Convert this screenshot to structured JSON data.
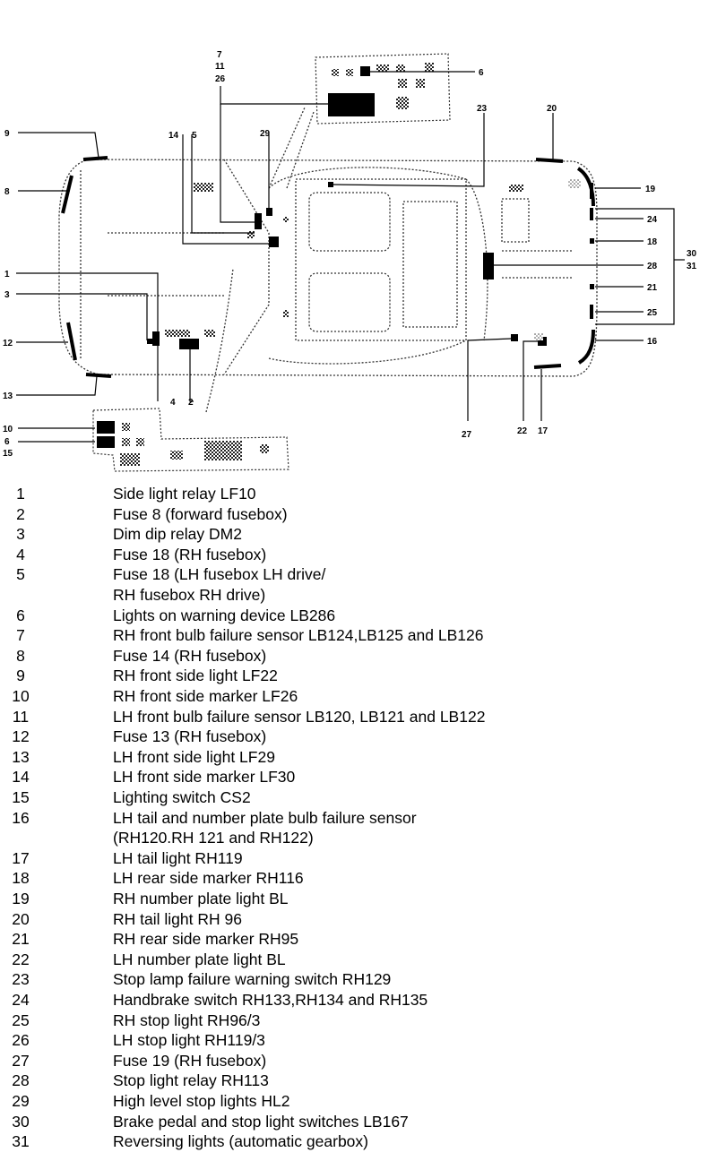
{
  "callouts": {
    "c1": "1",
    "c2": "2",
    "c3": "3",
    "c4": "4",
    "c5": "5",
    "c6_top": "6",
    "c6_left": "6",
    "c7_11_26": [
      "7",
      "11",
      "26"
    ],
    "c8": "8",
    "c9": "9",
    "c10": "10",
    "c12": "12",
    "c13": "13",
    "c14": "14",
    "c15": "15",
    "c16": "16",
    "c17": "17",
    "c18": "18",
    "c19": "19",
    "c20": "20",
    "c21": "21",
    "c22": "22",
    "c23": "23",
    "c24": "24",
    "c25": "25",
    "c27": "27",
    "c28": "28",
    "c29": "29",
    "c30": "30",
    "c31": "31"
  },
  "legend": [
    {
      "num": "1",
      "lines": [
        "Side light relay LF10"
      ]
    },
    {
      "num": "2",
      "lines": [
        "Fuse 8 (forward fusebox)"
      ]
    },
    {
      "num": "3",
      "lines": [
        "Dim dip relay DM2"
      ]
    },
    {
      "num": "4",
      "lines": [
        "Fuse 18 (RH fusebox)"
      ]
    },
    {
      "num": "5",
      "lines": [
        "Fuse 18 (LH fusebox LH drive/",
        "RH fusebox RH drive)"
      ]
    },
    {
      "num": "6",
      "lines": [
        "Lights on warning device LB286"
      ]
    },
    {
      "num": "7",
      "lines": [
        "RH front bulb failure sensor LB124,LB125 and LB126"
      ]
    },
    {
      "num": "8",
      "lines": [
        "Fuse 14 (RH fusebox)"
      ]
    },
    {
      "num": "9",
      "lines": [
        "RH front side light LF22"
      ]
    },
    {
      "num": "10",
      "lines": [
        "RH front side marker LF26"
      ]
    },
    {
      "num": "11",
      "lines": [
        "LH front bulb failure sensor LB120, LB121 and LB122"
      ]
    },
    {
      "num": "12",
      "lines": [
        "Fuse 13 (RH fusebox)"
      ]
    },
    {
      "num": "13",
      "lines": [
        "LH front side light LF29"
      ]
    },
    {
      "num": "14",
      "lines": [
        "LH front side marker LF30"
      ]
    },
    {
      "num": "15",
      "lines": [
        "Lighting switch CS2"
      ]
    },
    {
      "num": "16",
      "lines": [
        "LH tail and number plate bulb failure sensor",
        "(RH120.RH 121 and RH122)"
      ]
    },
    {
      "num": "17",
      "lines": [
        "LH tail light RH119"
      ]
    },
    {
      "num": "18",
      "lines": [
        "LH rear side marker RH116"
      ]
    },
    {
      "num": "19",
      "lines": [
        "RH number plate light BL"
      ]
    },
    {
      "num": "20",
      "lines": [
        "RH tail light RH 96"
      ]
    },
    {
      "num": "21",
      "lines": [
        "RH rear side marker RH95"
      ]
    },
    {
      "num": "22",
      "lines": [
        "LH number plate light BL"
      ]
    },
    {
      "num": "23",
      "lines": [
        "Stop lamp failure warning switch RH129"
      ]
    },
    {
      "num": "24",
      "lines": [
        "Handbrake switch  RH133,RH134 and RH135"
      ]
    },
    {
      "num": "25",
      "lines": [
        "RH stop light RH96/3"
      ]
    },
    {
      "num": "26",
      "lines": [
        "LH stop light RH119/3"
      ]
    },
    {
      "num": "27",
      "lines": [
        "Fuse 19 (RH fusebox)"
      ]
    },
    {
      "num": "28",
      "lines": [
        "Stop light relay RH113"
      ]
    },
    {
      "num": "29",
      "lines": [
        "High level stop lights HL2"
      ]
    },
    {
      "num": "30",
      "lines": [
        "Brake pedal and stop light switches LB167"
      ]
    },
    {
      "num": "31",
      "lines": [
        "Reversing lights (automatic gearbox)"
      ]
    }
  ]
}
